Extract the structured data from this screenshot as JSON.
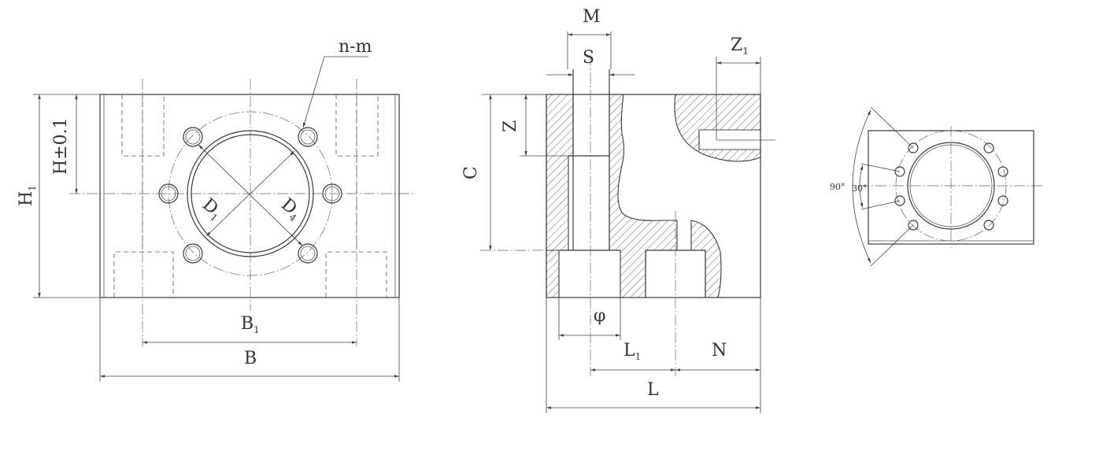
{
  "labels": {
    "n_m": "n-m",
    "H1": "H",
    "H1_sub": "1",
    "H_tol": "H±0.1",
    "D1": "D",
    "D1_sub": "1",
    "D4": "D",
    "D4_sub": "4",
    "B1": "B",
    "B1_sub": "1",
    "B": "B",
    "M": "M",
    "S": "S",
    "Z1": "Z",
    "Z1_sub": "1",
    "Z": "Z",
    "C": "C",
    "phi": "φ",
    "L1": "L",
    "L1_sub": "1",
    "N": "N",
    "L": "L",
    "angle90": "90°",
    "angle30": "30°"
  }
}
